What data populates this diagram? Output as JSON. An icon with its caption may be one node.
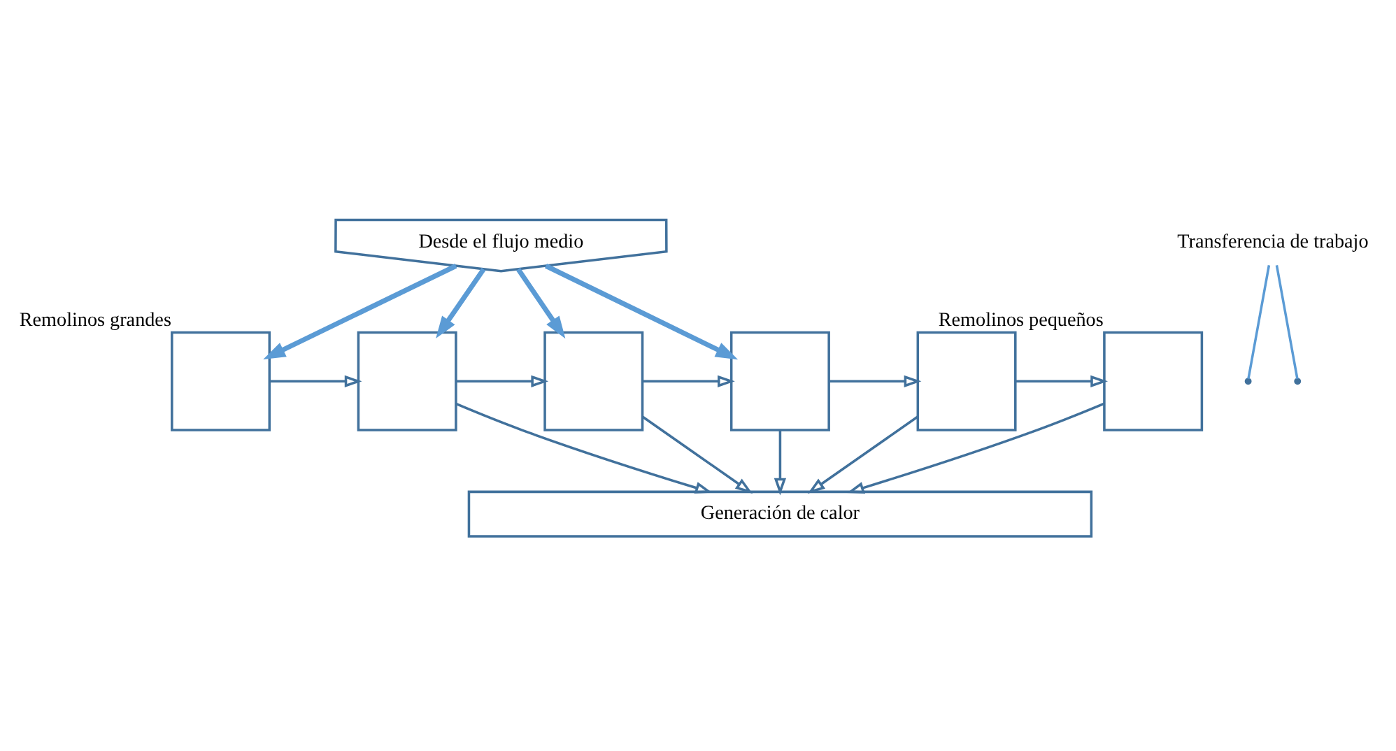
{
  "diagram": {
    "nodes": [
      {
        "text": [
          "Desde el flujo medio"
        ]
      },
      {
        "text": [],
        "shape": "box",
        "beside": [
          "Remolinos grandes"
        ]
      },
      {
        "text": [],
        "shape": "box"
      },
      {
        "text": [],
        "shape": "box"
      },
      {
        "text": [],
        "shape": "box"
      },
      {
        "text": [],
        "shape": "box"
      },
      {
        "text": [],
        "shape": "box",
        "beside": [
          "Remolinos pequeños"
        ]
      },
      {
        "text": [
          "Generación de calor"
        ]
      },
      {
        "text": [
          "Transferencia de trabajo"
        ]
      }
    ],
    "edges": [
      {
        "from": 0,
        "to": 1,
        "arrow": "to",
        "style": "thick",
        "color": "#5b9bd5"
      },
      {
        "from": 0,
        "to": 2,
        "arrow": "to",
        "style": "thick",
        "color": "#5b9bd5"
      },
      {
        "from": 0,
        "to": 3,
        "arrow": "to",
        "style": "thick",
        "color": "#5b9bd5"
      },
      {
        "from": 0,
        "to": 4,
        "arrow": "to",
        "style": "thick",
        "color": "#5b9bd5"
      },
      {
        "from": 1,
        "to": 2,
        "arrow": "to"
      },
      {
        "from": 2,
        "to": 3,
        "arrow": "to"
      },
      {
        "from": 3,
        "to": 4,
        "arrow": "to"
      },
      {
        "from": 4,
        "to": 5,
        "arrow": "to"
      },
      {
        "from": 5,
        "to": 6,
        "arrow": "to"
      },
      {
        "from": 2,
        "to": 7,
        "arrow": "to"
      },
      {
        "from": 3,
        "to": 7,
        "arrow": "to"
      },
      {
        "from": 4,
        "to": 7,
        "arrow": "to"
      },
      {
        "from": 5,
        "to": 7,
        "arrow": "to"
      },
      {
        "from": 6,
        "to": 7,
        "arrow": "to"
      },
      {
        "from": 8,
        "to": null,
        "arrow": "none",
        "color": "#5b9bd5"
      },
      {
        "from": 8,
        "to": null,
        "arrow": "none",
        "color": "#5b9bd5"
      }
    ]
  }
}
